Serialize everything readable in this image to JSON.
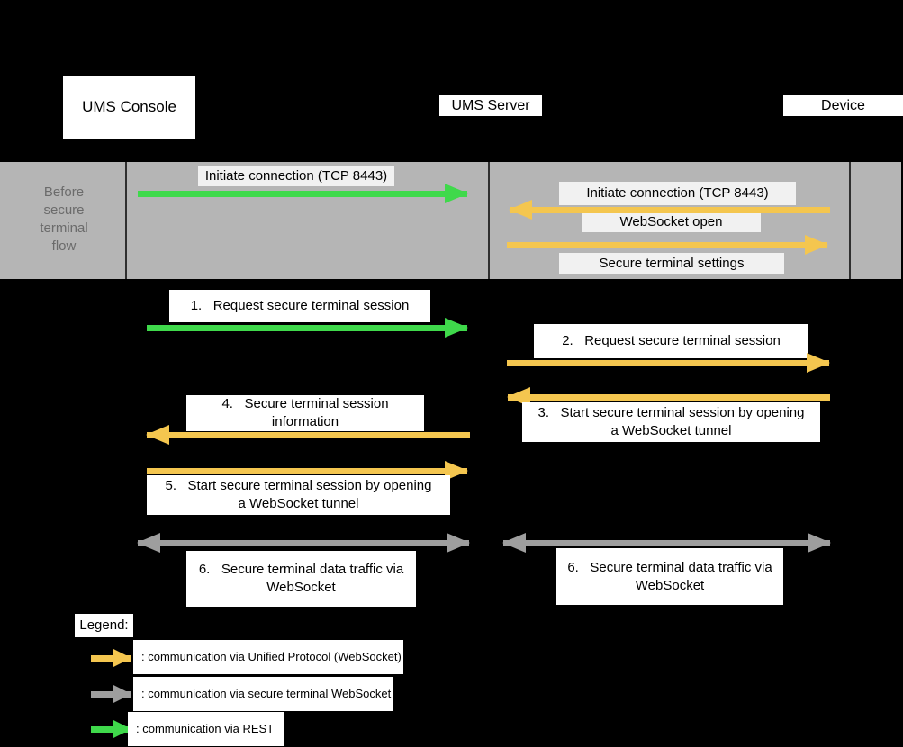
{
  "colors": {
    "background": "#000000",
    "rest": "#3fd94b",
    "unified": "#f4c64f",
    "terminal": "#9e9e9e",
    "band_bg": "#b5b5b5",
    "band_label_text": "#6b6b6b",
    "band_box_bg": "#f1f1f1",
    "message_box_bg": "#ffffff",
    "lifeline": "#2f2f2f"
  },
  "actors": {
    "console": "UMS Console",
    "server": "UMS Server",
    "device": "Device"
  },
  "band": {
    "row_label": "Before\nsecure\nterminal\nflow",
    "messages": {
      "initiate_console": "Initiate connection (TCP 8443)",
      "initiate_device": "Initiate connection (TCP 8443)",
      "websocket_open": "WebSocket open",
      "secure_terminal_settings": "Secure terminal settings"
    }
  },
  "steps": {
    "s1": "1.   Request secure terminal session",
    "s2": "2.   Request secure terminal session",
    "s3": "3.   Start secure terminal session by opening\na WebSocket tunnel",
    "s4": "4.   Secure terminal session\ninformation",
    "s5": "5.   Start secure terminal session by opening\na WebSocket tunnel",
    "s6_left": "6.   Secure terminal data traffic via\nWebSocket",
    "s6_right": "6.   Secure terminal data traffic via\nWebSocket"
  },
  "legend": {
    "title": "Legend:",
    "entries": [
      {
        "label": ": communication via Unified Protocol (WebSocket)"
      },
      {
        "label": ": communication via secure terminal WebSocket"
      },
      {
        "label": ": communication via REST"
      }
    ]
  }
}
